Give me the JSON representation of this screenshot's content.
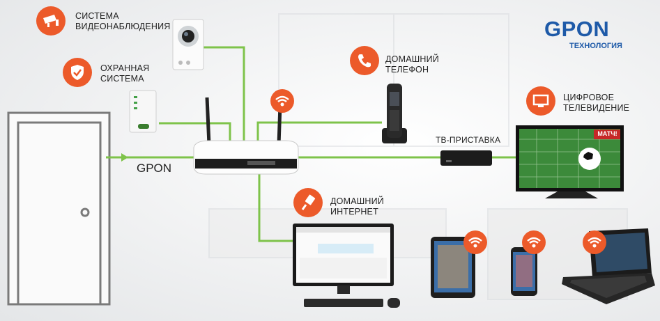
{
  "brand": {
    "title": "GPON",
    "subtitle": "технология",
    "color": "#1e5aa8"
  },
  "accent_color": "#ec5a2a",
  "line_color": "#7ec34a",
  "entry_label": "GPON",
  "services": [
    {
      "id": "cctv",
      "label_line1": "система",
      "label_line2": "видеонаблюдения",
      "icon": "cctv-camera-icon"
    },
    {
      "id": "security",
      "label_line1": "охранная",
      "label_line2": "система",
      "icon": "shield-check-icon"
    },
    {
      "id": "phone",
      "label_line1": "домашний",
      "label_line2": "телефон",
      "icon": "phone-handset-icon"
    },
    {
      "id": "tv",
      "label_line1": "цифровое",
      "label_line2": "телевидение",
      "icon": "tv-screen-icon"
    },
    {
      "id": "internet",
      "label_line1": "домашний",
      "label_line2": "интернет",
      "icon": "ethernet-cable-icon"
    }
  ],
  "stb_label": "тв-приставка",
  "tv_channel_logo": "МАТЧ!"
}
